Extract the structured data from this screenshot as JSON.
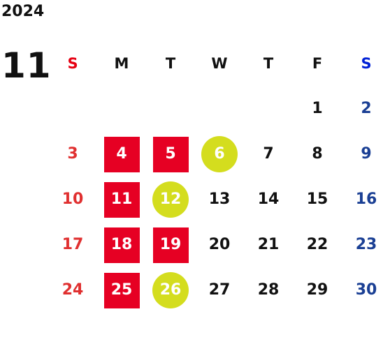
{
  "calendar": {
    "year": "2024",
    "month": "11",
    "weekdays": [
      "S",
      "M",
      "T",
      "W",
      "T",
      "F",
      "S"
    ],
    "leading_blanks": 5,
    "days": [
      {
        "label": "1",
        "mark": ""
      },
      {
        "label": "2",
        "mark": ""
      },
      {
        "label": "3",
        "mark": ""
      },
      {
        "label": "4",
        "mark": "closed"
      },
      {
        "label": "5",
        "mark": "closed"
      },
      {
        "label": "6",
        "mark": "half"
      },
      {
        "label": "7",
        "mark": ""
      },
      {
        "label": "8",
        "mark": ""
      },
      {
        "label": "9",
        "mark": ""
      },
      {
        "label": "10",
        "mark": ""
      },
      {
        "label": "11",
        "mark": "closed"
      },
      {
        "label": "12",
        "mark": "half"
      },
      {
        "label": "13",
        "mark": ""
      },
      {
        "label": "14",
        "mark": ""
      },
      {
        "label": "15",
        "mark": ""
      },
      {
        "label": "16",
        "mark": ""
      },
      {
        "label": "17",
        "mark": ""
      },
      {
        "label": "18",
        "mark": "closed"
      },
      {
        "label": "19",
        "mark": "closed"
      },
      {
        "label": "20",
        "mark": ""
      },
      {
        "label": "21",
        "mark": ""
      },
      {
        "label": "22",
        "mark": ""
      },
      {
        "label": "23",
        "mark": ""
      },
      {
        "label": "24",
        "mark": ""
      },
      {
        "label": "25",
        "mark": "closed"
      },
      {
        "label": "26",
        "mark": "half"
      },
      {
        "label": "27",
        "mark": ""
      },
      {
        "label": "28",
        "mark": ""
      },
      {
        "label": "29",
        "mark": ""
      },
      {
        "label": "30",
        "mark": ""
      }
    ],
    "colors": {
      "sunday": "#e03030",
      "saturday": "#1a3f94",
      "weekday": "#111111",
      "closed_fill": "#e60023",
      "half_fill": "#d4dd1e"
    }
  }
}
